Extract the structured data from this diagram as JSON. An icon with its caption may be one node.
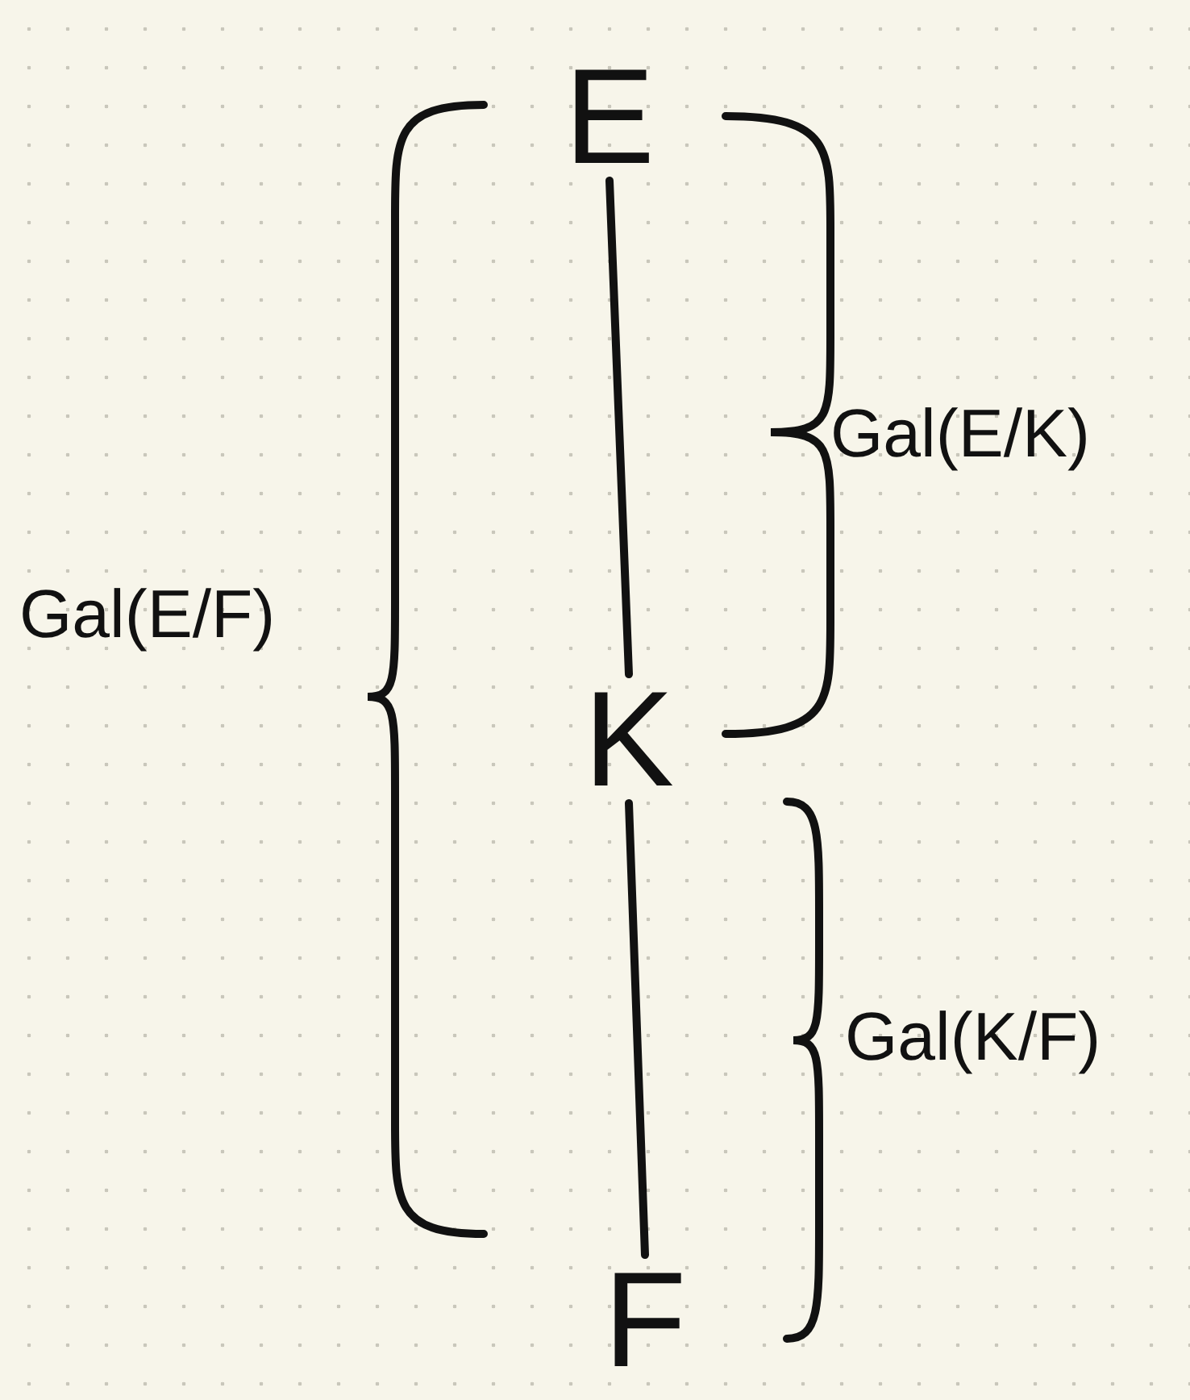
{
  "diagram": {
    "nodes": [
      {
        "text": [
          "E"
        ]
      },
      {
        "text": [
          "K"
        ]
      },
      {
        "text": [
          "F"
        ]
      }
    ],
    "edges": [
      {
        "from": 0,
        "to": 1,
        "arrow": "none"
      },
      {
        "from": 1,
        "to": 2,
        "arrow": "none"
      }
    ],
    "labels": [
      "Gal(E/F)",
      "Gal(E/K)",
      "Gal(K/F)"
    ]
  }
}
